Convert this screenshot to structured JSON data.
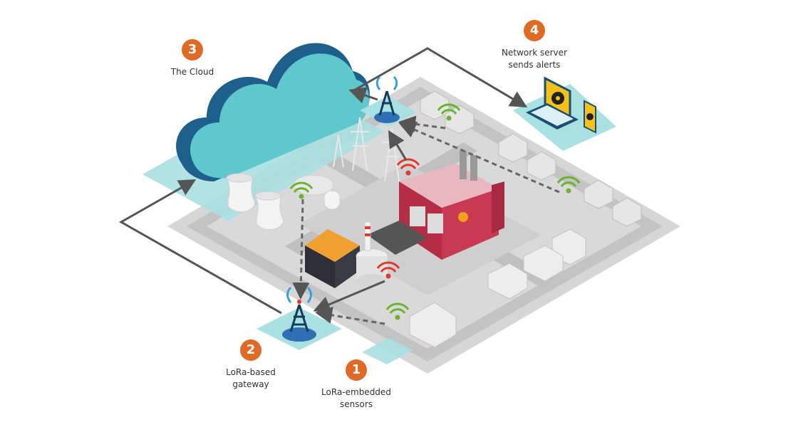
{
  "diagram": {
    "type": "isometric-iot-lora-network",
    "colors": {
      "badge": "#e06a25",
      "cloud_top": "#5ec8cc",
      "cloud_side": "#1f5f8b",
      "pad": "#a9e0e2",
      "ground": "#d4d4d4",
      "road": "#bdbdbd",
      "factory": "#c93a52",
      "alert_screen": "#f6c21a",
      "gateway": "#2f6fb5",
      "wifi_green": "#6ab42d",
      "wifi_red": "#e03a2e",
      "arrow": "#555555"
    },
    "steps": [
      {
        "number": "1",
        "label_line1": "LoRa-embedded",
        "label_line2": "sensors"
      },
      {
        "number": "2",
        "label_line1": "LoRa-based",
        "label_line2": "gateway"
      },
      {
        "number": "3",
        "label_line1": "The Cloud",
        "label_line2": ""
      },
      {
        "number": "4",
        "label_line1": "Network server",
        "label_line2": "sends alerts"
      }
    ],
    "elements": {
      "cloud": "cloud",
      "gateway_primary": "lora-gateway-tower",
      "gateway_secondary": "lora-gateway-tower",
      "power_plant": "nuclear-power-plant",
      "cooling_towers": "cooling-towers",
      "sensors": [
        "wifi-sensor-green",
        "wifi-sensor-red"
      ],
      "alert_devices": [
        "laptop-radiation-alert",
        "phone-radiation-alert"
      ],
      "houses": "residential-houses",
      "offices": "office-buildings"
    }
  }
}
